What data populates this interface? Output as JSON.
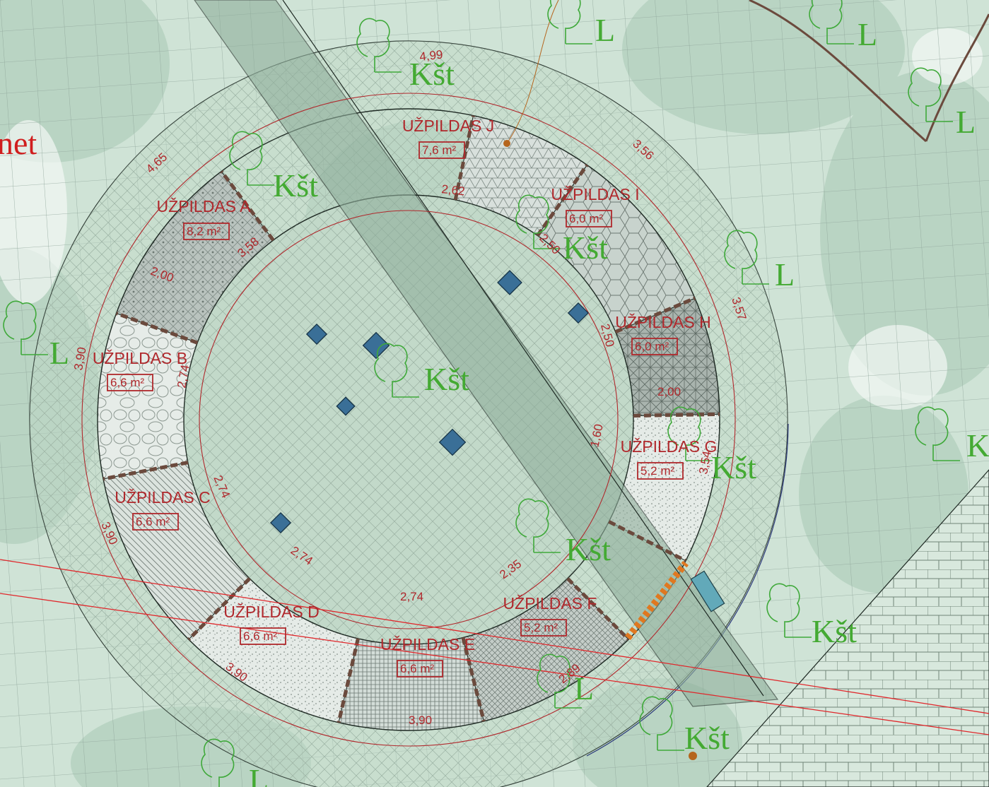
{
  "colors": {
    "background_green": "#cfe3d6",
    "tree_shadow": "#9fc4ad",
    "dimension_red": "#b0282c",
    "tree_green": "#44aa33",
    "stone_blue": "#3a6f97",
    "edge_brown": "#6b4a3d",
    "gate_orange": "#e07820",
    "utility_red": "#e0282c"
  },
  "title_fragment": "net",
  "zones": [
    {
      "id": "A",
      "label": "UŽPILDAS A",
      "area": "8,2 m²"
    },
    {
      "id": "B",
      "label": "UŽPILDAS B",
      "area": "6,6 m²"
    },
    {
      "id": "C",
      "label": "UŽPILDAS C",
      "area": "6,6 m²"
    },
    {
      "id": "D",
      "label": "UŽPILDAS D",
      "area": "6,6 m²"
    },
    {
      "id": "E",
      "label": "UŽPILDAS E",
      "area": "6,6 m²"
    },
    {
      "id": "F",
      "label": "UŽPILDAS F",
      "area": "5,2 m²"
    },
    {
      "id": "G",
      "label": "UŽPILDAS G",
      "area": "5,2 m²"
    },
    {
      "id": "H",
      "label": "UŽPILDAS H",
      "area": "6,0 m²"
    },
    {
      "id": "I",
      "label": "UŽPILDAS I",
      "area": "6,0 m²"
    },
    {
      "id": "J",
      "label": "UŽPILDAS J",
      "area": "7,6 m²"
    }
  ],
  "dimensions": {
    "outer_top": "4,99",
    "outer_ne": "3,56",
    "outer_east": "3,57",
    "outer_se": "3,54",
    "outer_nw": "4,65",
    "outer_west": "3,90",
    "outer_sw": "3,90",
    "outer_south_w": "3,90",
    "outer_south": "3,90",
    "outer_south_e": "2,89",
    "inner_a": "3,58",
    "inner_b": "2,74",
    "inner_c": "2,74",
    "inner_d": "2,74",
    "inner_e": "2,74",
    "inner_f": "2,35",
    "inner_j": "2,62",
    "inner_i": "2,50",
    "inner_h": "2,50",
    "inner_g": "1,60",
    "radial_ab": "2,00",
    "radial_hg": "2,00"
  },
  "tree_labels": {
    "kst": "Kšt",
    "l": "L",
    "k": "K",
    "kst_positions": [
      "top",
      "nw",
      "ne-inner",
      "center",
      "east",
      "south-east",
      "far-east",
      "bottom"
    ],
    "l_positions": [
      "top",
      "top-right",
      "far-ne",
      "east",
      "west",
      "south",
      "bottom"
    ]
  }
}
